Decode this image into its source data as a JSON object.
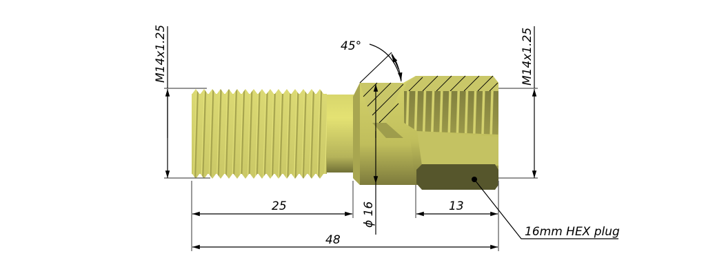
{
  "drawing": {
    "thread_left_label": "M14x1.25",
    "thread_right_label": "M14x1.25",
    "angle_label": "45°",
    "dim_thread_length": "25",
    "dim_diameter": "ϕ 16",
    "dim_hex_length": "13",
    "dim_total_length": "48",
    "callout_label": "16mm HEX plug"
  },
  "colors": {
    "brass_light": "#e3e070",
    "brass_mid": "#c9c768",
    "brass_dark": "#5a5a2e",
    "hex_face": "#56562c"
  }
}
